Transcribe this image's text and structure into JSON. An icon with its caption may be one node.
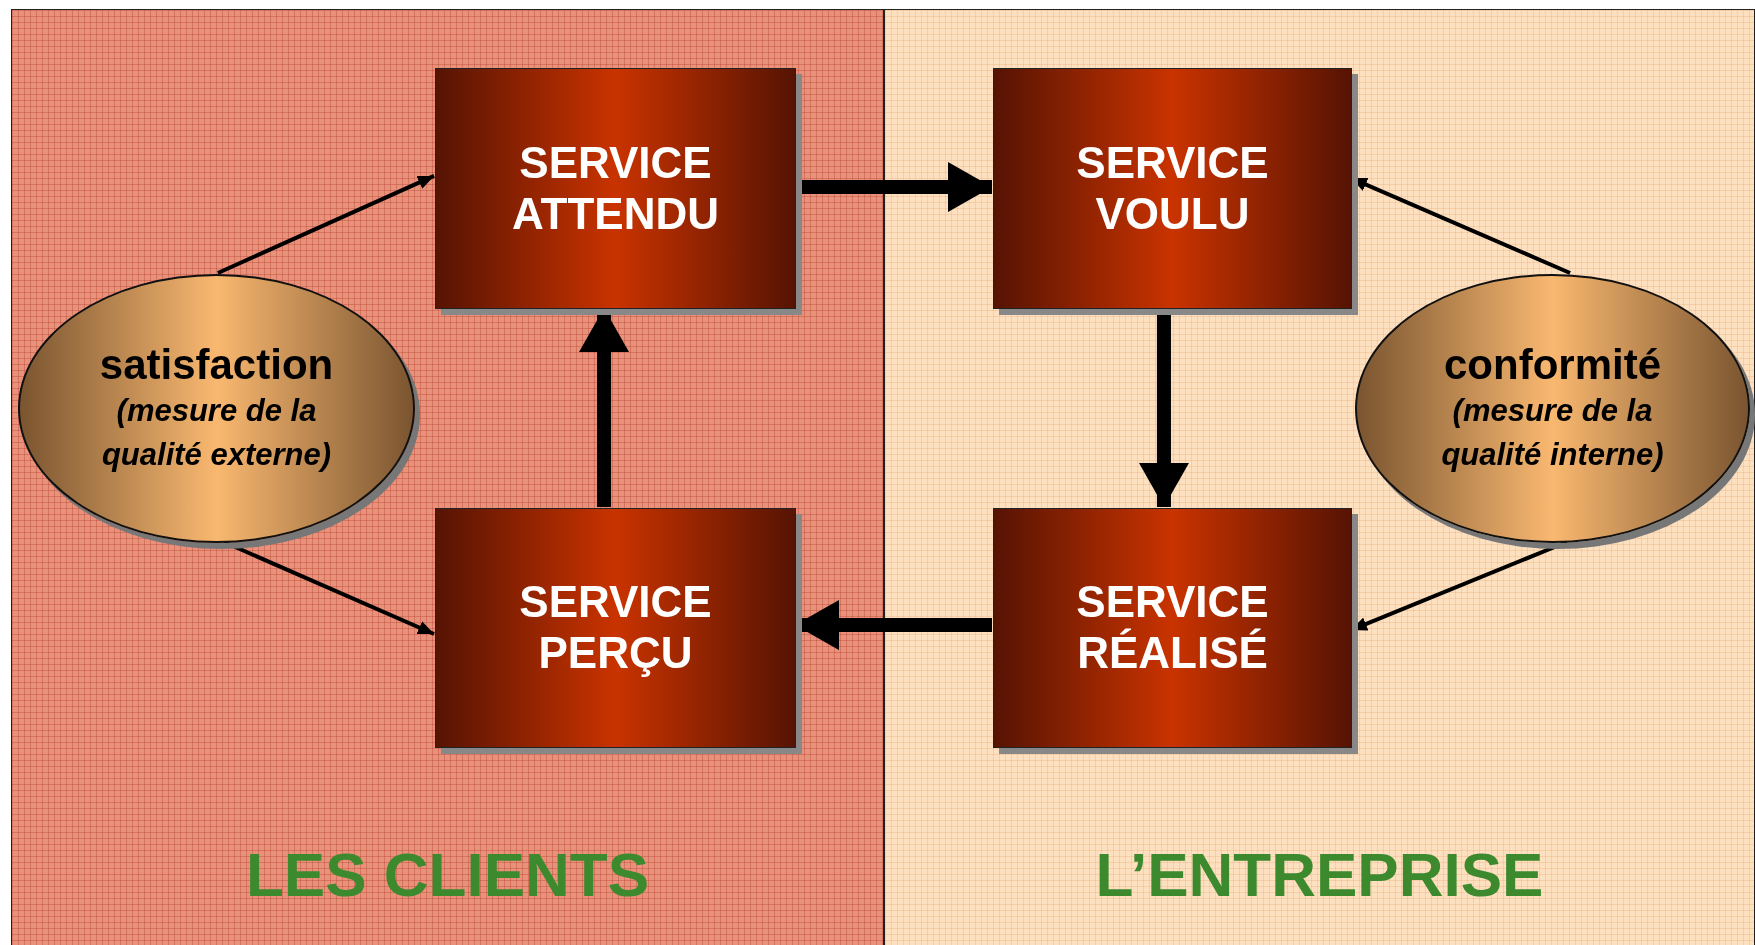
{
  "diagram": {
    "nodes": [
      {
        "text": [
          "LES CLIENTS"
        ]
      },
      {
        "text": [
          "L’ENTREPRISE"
        ]
      },
      {
        "text": [
          "SERVICE ATTENDU"
        ],
        "in": 0
      },
      {
        "text": [
          "SERVICE VOULU"
        ],
        "in": 1
      },
      {
        "text": [
          "SERVICE PERÇU"
        ],
        "in": 0
      },
      {
        "text": [
          "SERVICE RÉALISÉ"
        ],
        "in": 1
      },
      {
        "text": [
          "satisfaction",
          "(mesure de la qualité externe)"
        ],
        "in": 0
      },
      {
        "text": [
          "conformité",
          "(mesure de la qualité interne)"
        ],
        "in": 1
      }
    ],
    "edges": [
      {
        "from": 2,
        "to": 3,
        "arrow": "to",
        "style": "thick"
      },
      {
        "from": 3,
        "to": 5,
        "arrow": "to",
        "style": "thick"
      },
      {
        "from": 5,
        "to": 4,
        "arrow": "to",
        "style": "thick"
      },
      {
        "from": 4,
        "to": 2,
        "arrow": "to",
        "style": "thick"
      },
      {
        "from": 6,
        "to": 2,
        "arrow": "to"
      },
      {
        "from": 6,
        "to": 4,
        "arrow": "to"
      },
      {
        "from": 7,
        "to": 3,
        "arrow": "to"
      },
      {
        "from": 7,
        "to": 5,
        "arrow": "to"
      }
    ]
  }
}
